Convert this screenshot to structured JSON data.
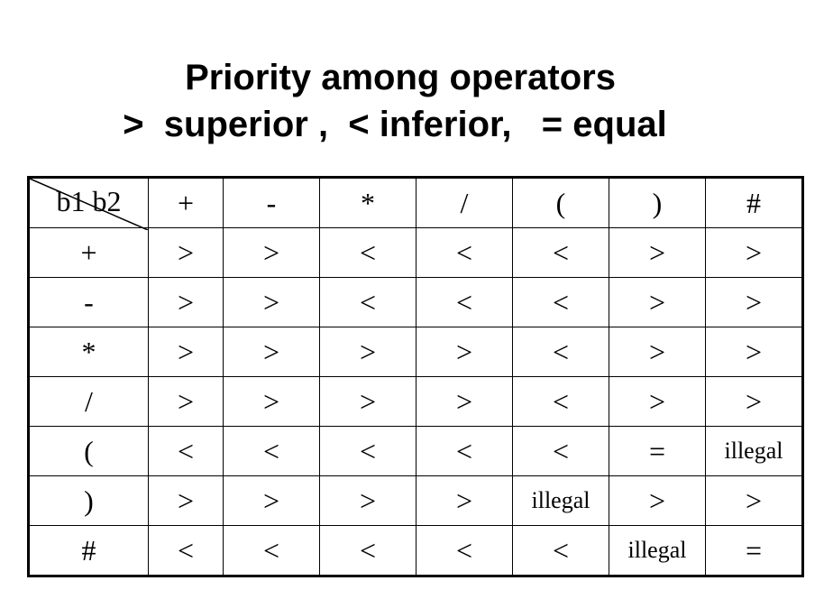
{
  "title": {
    "line1": "Priority among operators",
    "line2": ">  superior ,  < inferior,   = equal"
  },
  "table": {
    "corner_label": "b1  b2",
    "columns": [
      "+",
      "-",
      "*",
      "/",
      "(",
      ")",
      "#"
    ],
    "rows": [
      {
        "op": "+",
        "cells": [
          ">",
          ">",
          "<",
          "<",
          "<",
          ">",
          ">"
        ]
      },
      {
        "op": "-",
        "cells": [
          ">",
          ">",
          "<",
          "<",
          "<",
          ">",
          ">"
        ]
      },
      {
        "op": "*",
        "cells": [
          ">",
          ">",
          ">",
          ">",
          "<",
          ">",
          ">"
        ]
      },
      {
        "op": "/",
        "cells": [
          ">",
          ">",
          ">",
          ">",
          "<",
          ">",
          ">"
        ]
      },
      {
        "op": "(",
        "cells": [
          "<",
          "<",
          "<",
          "<",
          "<",
          "=",
          "illegal"
        ]
      },
      {
        "op": ")",
        "cells": [
          ">",
          ">",
          ">",
          ">",
          "illegal",
          ">",
          ">"
        ]
      },
      {
        "op": "#",
        "cells": [
          "<",
          "<",
          "<",
          "<",
          "<",
          "illegal",
          "="
        ]
      }
    ]
  }
}
